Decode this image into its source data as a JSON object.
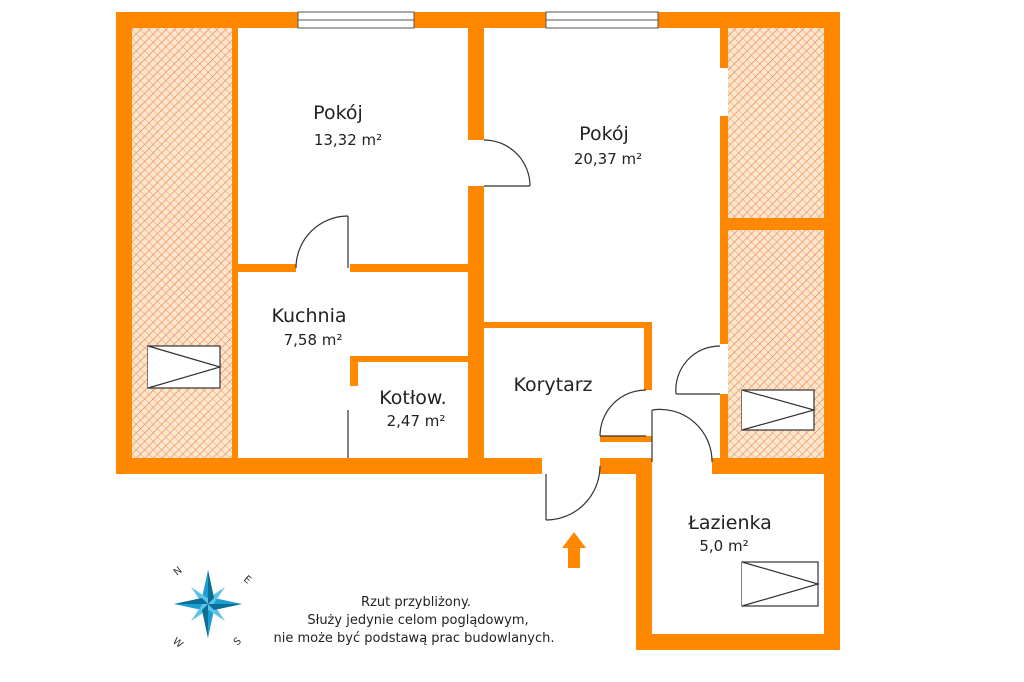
{
  "colors": {
    "wall": "#ff8800",
    "hatch_bg": "#fbe6d0",
    "hatch_line": "#f08a4a",
    "compass": "#1a9fd0",
    "text": "#222222"
  },
  "rooms": {
    "pokoj_left": {
      "name": "Pokój",
      "area": "13,32 m²"
    },
    "pokoj_right": {
      "name": "Pokój",
      "area": "20,37 m²"
    },
    "kuchnia": {
      "name": "Kuchnia",
      "area": "7,58 m²"
    },
    "kotlownia": {
      "name": "Kotłow.",
      "area": "2,47 m²"
    },
    "korytarz": {
      "name": "Korytarz",
      "area": ""
    },
    "lazienka": {
      "name": "Łazienka",
      "area": "5,0 m²"
    }
  },
  "compass": {
    "n": "N",
    "e": "E",
    "s": "S",
    "w": "W",
    "icon": "compass-rose-icon"
  },
  "entrance": {
    "icon": "entrance-arrow-icon"
  },
  "disclaimer": {
    "line1": "Rzut przybliżony.",
    "line2": "Służy jedynie celom poglądowym,",
    "line3": "nie może być podstawą prac budowlanych."
  }
}
